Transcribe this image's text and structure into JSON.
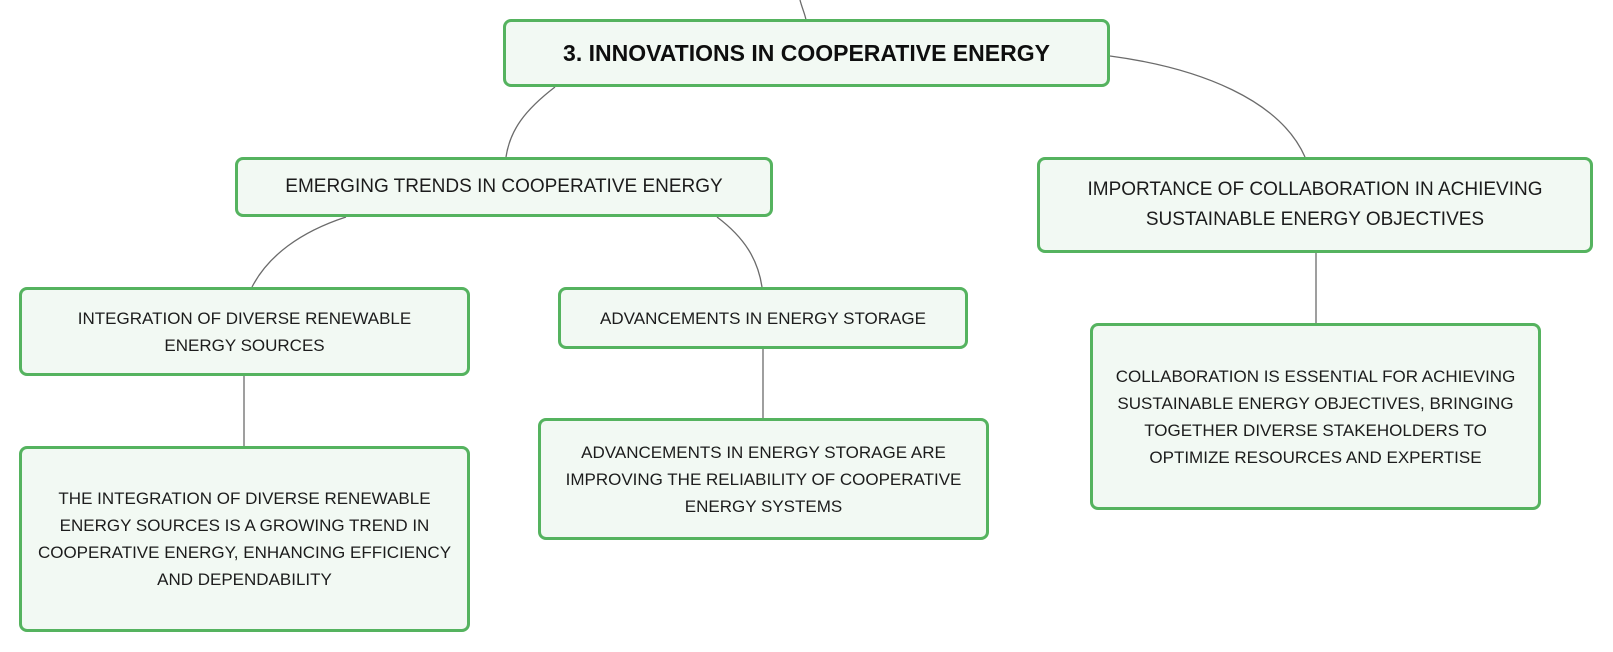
{
  "diagram": {
    "root": {
      "label": "3. INNOVATIONS IN COOPERATIVE ENERGY"
    },
    "branches": [
      {
        "label": "EMERGING TRENDS IN COOPERATIVE ENERGY",
        "children": [
          {
            "label": "INTEGRATION OF DIVERSE RENEWABLE ENERGY SOURCES",
            "detail": "THE INTEGRATION OF DIVERSE RENEWABLE ENERGY SOURCES IS A GROWING TREND IN COOPERATIVE ENERGY, ENHANCING EFFICIENCY AND DEPENDABILITY"
          },
          {
            "label": "ADVANCEMENTS IN ENERGY STORAGE",
            "detail": "ADVANCEMENTS IN ENERGY STORAGE ARE IMPROVING THE RELIABILITY OF COOPERATIVE ENERGY SYSTEMS"
          }
        ]
      },
      {
        "label": "IMPORTANCE OF COLLABORATION IN ACHIEVING SUSTAINABLE ENERGY OBJECTIVES",
        "detail": "COLLABORATION IS ESSENTIAL FOR ACHIEVING SUSTAINABLE ENERGY OBJECTIVES, BRINGING TOGETHER DIVERSE STAKEHOLDERS TO OPTIMIZE RESOURCES AND EXPERTISE"
      }
    ],
    "colors": {
      "node_border": "#55b35f",
      "node_fill": "#f2f9f3",
      "connector": "#6b6b6b",
      "text": "#1c1c1c"
    }
  }
}
